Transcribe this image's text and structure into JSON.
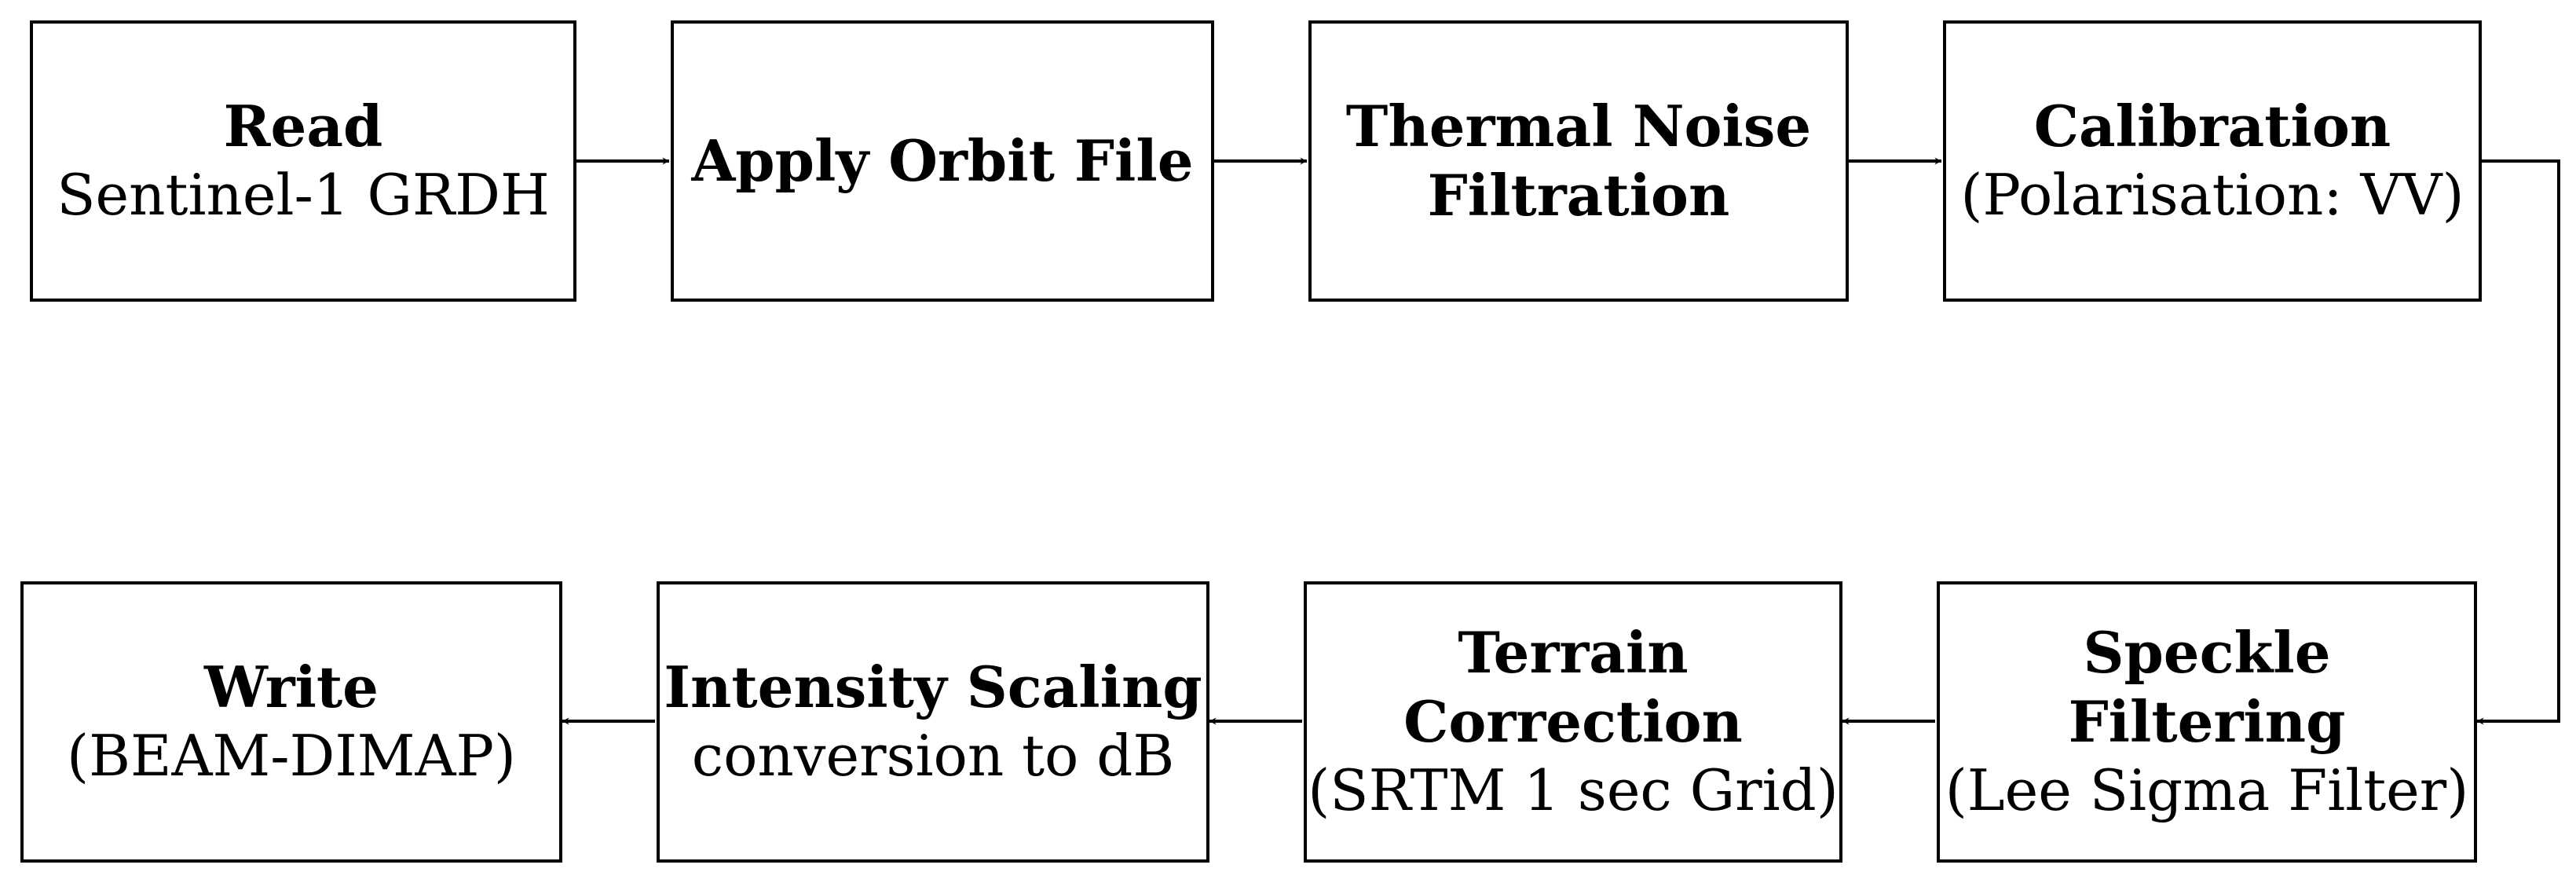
{
  "nodes": {
    "read": {
      "title": "Read",
      "subtitle": "Sentinel-1 GRDH"
    },
    "orbit": {
      "title": "Apply Orbit File",
      "subtitle": ""
    },
    "thermal": {
      "title": "Thermal Noise\nFiltration",
      "subtitle": ""
    },
    "calibration": {
      "title": "Calibration",
      "subtitle": "(Polarisation: VV)"
    },
    "speckle": {
      "title": "Speckle\nFiltering",
      "subtitle": "(Lee Sigma Filter)"
    },
    "terrain": {
      "title": "Terrain\nCorrection",
      "subtitle": "(SRTM 1 sec Grid)"
    },
    "intensity": {
      "title": "Intensity Scaling",
      "subtitle": "conversion to dB"
    },
    "write": {
      "title": "Write",
      "subtitle": "(BEAM-DIMAP)"
    }
  },
  "edges": [
    {
      "from": "read",
      "to": "orbit"
    },
    {
      "from": "orbit",
      "to": "thermal"
    },
    {
      "from": "thermal",
      "to": "calibration"
    },
    {
      "from": "calibration",
      "to": "speckle"
    },
    {
      "from": "speckle",
      "to": "terrain"
    },
    {
      "from": "terrain",
      "to": "intensity"
    },
    {
      "from": "intensity",
      "to": "write"
    }
  ]
}
